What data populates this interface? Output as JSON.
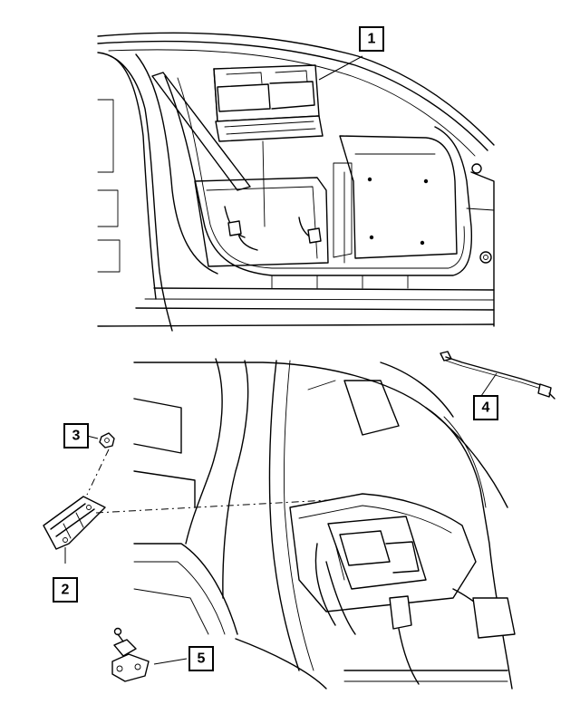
{
  "colors": {
    "line": "#000000",
    "background": "#ffffff"
  },
  "callouts": [
    {
      "id": "c1",
      "label": "1"
    },
    {
      "id": "c2",
      "label": "2"
    },
    {
      "id": "c3",
      "label": "3"
    },
    {
      "id": "c4",
      "label": "4"
    },
    {
      "id": "c5",
      "label": "5"
    }
  ]
}
